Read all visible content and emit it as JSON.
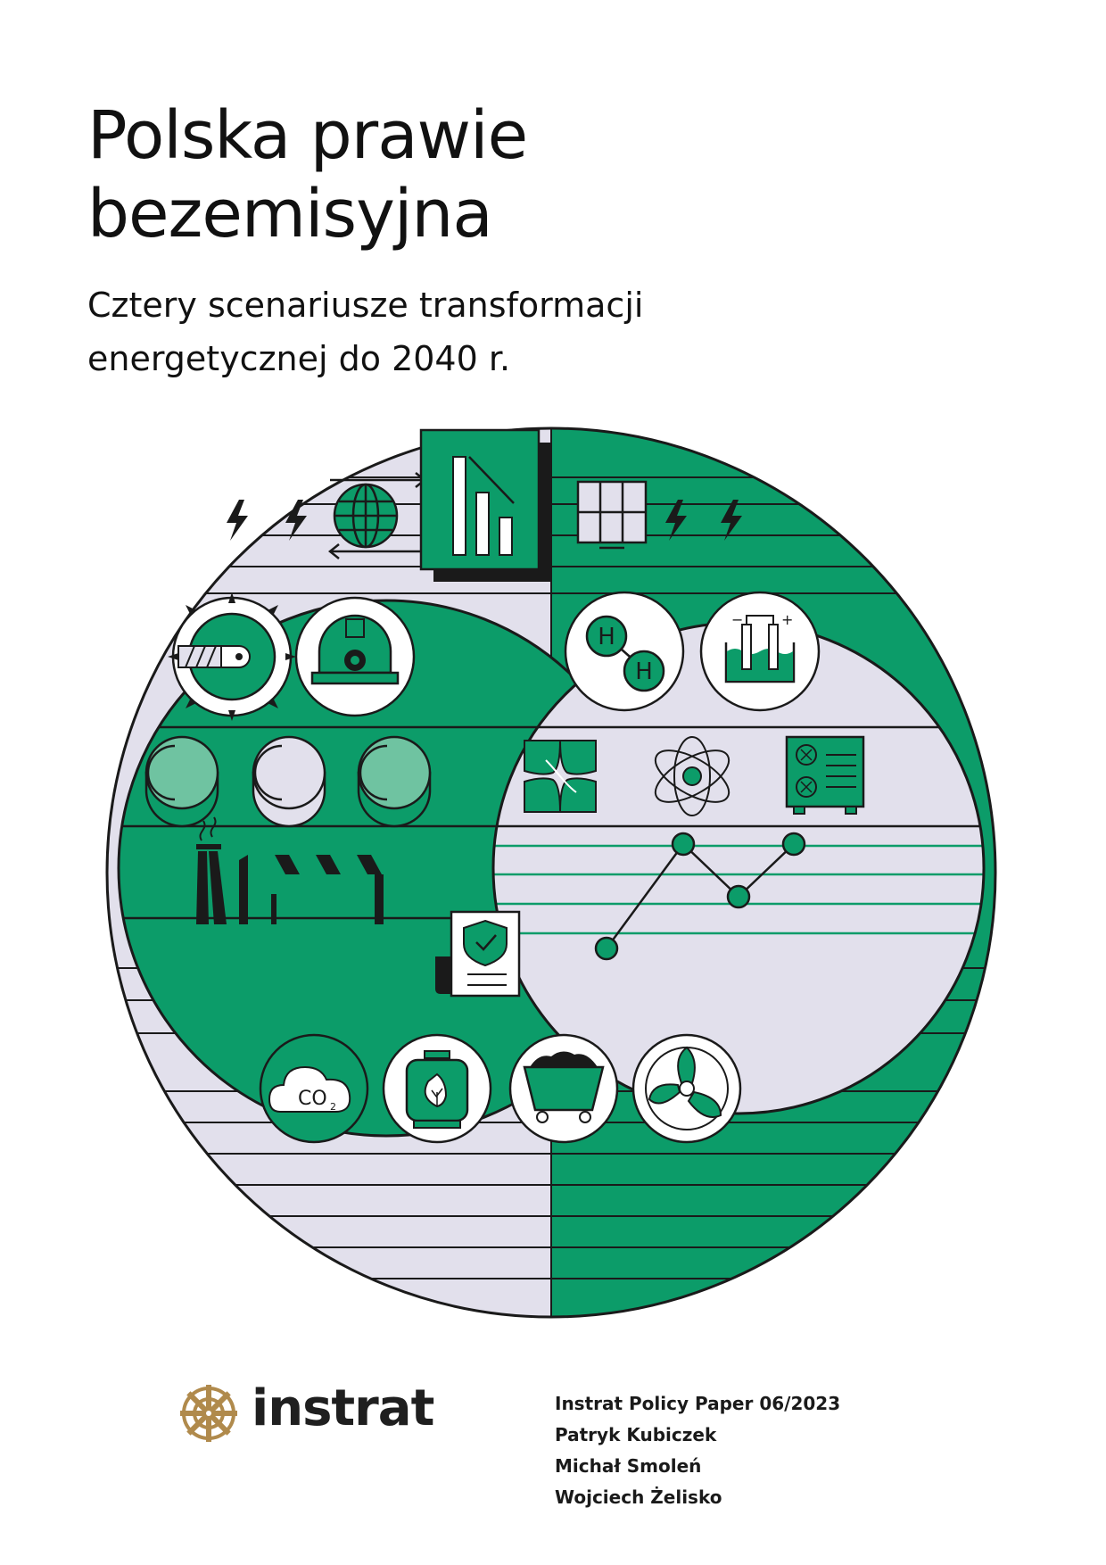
{
  "document": {
    "title_lines": [
      "Polska prawie",
      "bezemisyjna"
    ],
    "subtitle_lines": [
      "Cztery scenariusze transformacji",
      "energetycznej do 2040 r."
    ]
  },
  "illustration": {
    "colors": {
      "green": "#0c9c69",
      "lavender": "#e2e0ec",
      "mint": "#6fc3a1",
      "ink": "#1a1a1a",
      "white": "#ffffff"
    },
    "icons": [
      "lightning-icon",
      "globe-icon",
      "bar-chart-document-icon",
      "solar-panel-icon",
      "drill-icon",
      "miner-helmet-icon",
      "coin-icon",
      "power-plant-icon",
      "hydrogen-icon",
      "electrolyzer-icon",
      "leaf-icon",
      "atom-icon",
      "heat-pump-icon",
      "line-chart-icon",
      "shield-certificate-icon",
      "co2-cloud-icon",
      "biogas-tank-icon",
      "coal-cart-icon",
      "wind-turbine-icon"
    ],
    "co2_label": "CO",
    "co2_subscript": "2",
    "electrolyzer_minus": "−",
    "electrolyzer_plus": "+",
    "hydrogen_label": "H"
  },
  "logo": {
    "text": "instrat",
    "accent_color": "#b08a4c"
  },
  "credits": {
    "series": "Instrat Policy Paper 06/2023",
    "authors": [
      "Patryk Kubiczek",
      "Michał Smoleń",
      "Wojciech Żelisko"
    ]
  }
}
